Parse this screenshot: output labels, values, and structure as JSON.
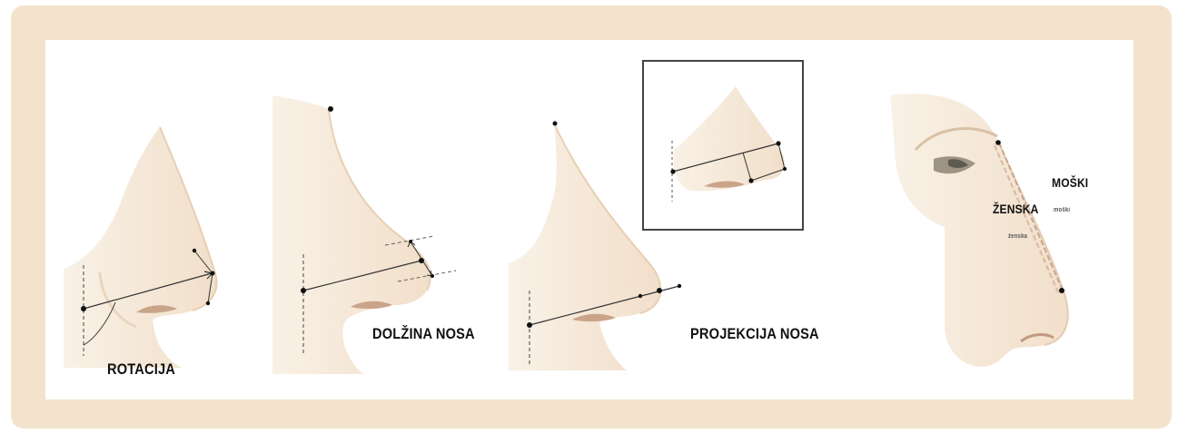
{
  "figure": {
    "panels": [
      {
        "label": "ROTACIJA"
      },
      {
        "label": "DOLŽINA NOSA"
      },
      {
        "label": "PROJEKCIJA NOSA"
      },
      {
        "labels": {
          "male": "MOŠKI",
          "female": "ŽENSKA",
          "male_small": "moški",
          "female_small": "ženska"
        }
      }
    ]
  },
  "colors": {
    "frame": "#f4e3cc",
    "skin": "#f7ecdd",
    "skin_shadow": "#ead2b8",
    "line": "#333333",
    "guide_male": "#c9a58c",
    "guide_female": "#d9b8a6"
  }
}
